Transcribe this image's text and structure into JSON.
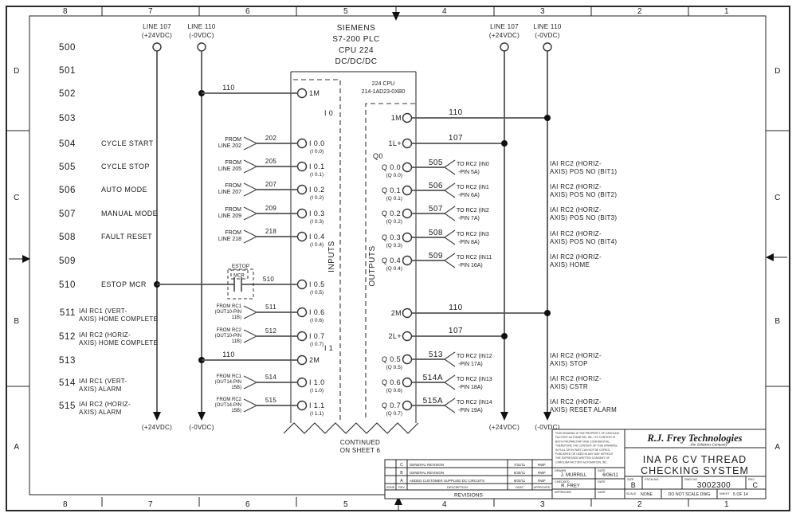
{
  "drawing": {
    "zones_top": [
      "8",
      "7",
      "6",
      "5",
      "4",
      "3",
      "2",
      "1"
    ],
    "zones_side": [
      "D",
      "C",
      "B",
      "A"
    ],
    "line_numbers": [
      "500",
      "501",
      "502",
      "503",
      "504",
      "505",
      "506",
      "507",
      "508",
      "509",
      "510",
      "511",
      "512",
      "513",
      "514",
      "515"
    ]
  },
  "plc": {
    "heading": [
      "SIEMENS",
      "S7-200 PLC",
      "CPU 224",
      "DC/DC/DC"
    ],
    "cpu": [
      "224 CPU",
      "214-1AD23-0XB0"
    ],
    "group_i0": "I 0",
    "group_i1": "I 1",
    "group_q0": "Q0",
    "inputs_label": "INPUTS",
    "outputs_label": "OUTPUTS",
    "continued": [
      "CONTINUED",
      "ON SHEET 6"
    ]
  },
  "rails": {
    "left": [
      {
        "title": "LINE 107",
        "volt": "(+24VDC)",
        "bottom": "(+24VDC)"
      },
      {
        "title": "LINE 110",
        "volt": "(-0VDC)",
        "bottom": "(-0VDC)"
      }
    ],
    "right": [
      {
        "title": "LINE 107",
        "volt": "(+24VDC)",
        "bottom": "(+24VDC)"
      },
      {
        "title": "LINE 110",
        "volt": "(-0VDC)",
        "bottom": "(-0VDC)"
      }
    ]
  },
  "estop": {
    "box_label": "ESTOP",
    "mcr_label": "MCR"
  },
  "input_rows": [
    {
      "line": "502",
      "type": "bus",
      "bus_wire": "110",
      "term": "1M"
    },
    {
      "line": "504",
      "type": "src",
      "desc": "CYCLE START",
      "src": [
        "FROM",
        "LINE 202"
      ],
      "wire": "202",
      "term": "I 0.0",
      "sub": "(I 0.0)"
    },
    {
      "line": "505",
      "type": "src",
      "desc": "CYCLE STOP",
      "src": [
        "FROM",
        "LINE 205"
      ],
      "wire": "205",
      "term": "I 0.1",
      "sub": "(I 0.1)"
    },
    {
      "line": "506",
      "type": "src",
      "desc": "AUTO MODE",
      "src": [
        "FROM",
        "LINE 207"
      ],
      "wire": "207",
      "term": "I 0.2",
      "sub": "(I 0.2)"
    },
    {
      "line": "507",
      "type": "src",
      "desc": "MANUAL MODE",
      "src": [
        "FROM",
        "LINE 209"
      ],
      "wire": "209",
      "term": "I 0.3",
      "sub": "(I 0.3)"
    },
    {
      "line": "508",
      "type": "src",
      "desc": "FAULT RESET",
      "src": [
        "FROM",
        "LINE 218"
      ],
      "wire": "218",
      "term": "I 0.4",
      "sub": "(I 0.4)"
    },
    {
      "line": "510",
      "type": "estop",
      "desc": "ESTOP MCR",
      "wire": "510",
      "term": "I 0.5",
      "sub": "(I 0.5)"
    },
    {
      "line": "511",
      "type": "src",
      "desc_lines": [
        "IAI RC1 (VERT-",
        "AXIS) HOME COMPLETE"
      ],
      "src": [
        "FROM RC1",
        "(OUT10-PIN",
        "11B)"
      ],
      "wire": "511",
      "term": "I 0.6",
      "sub": "(I 0.6)"
    },
    {
      "line": "512",
      "type": "src",
      "desc_lines": [
        "IAI RC2 (HORIZ-",
        "AXIS) HOME COMPLETE"
      ],
      "src": [
        "FROM RC2",
        "(OUT10-PIN",
        "11B)"
      ],
      "wire": "512",
      "term": "I 0.7",
      "sub": "(I 0.7)"
    },
    {
      "line": "513",
      "type": "bus",
      "bus_wire": "110",
      "term": "2M"
    },
    {
      "line": "514",
      "type": "src",
      "desc_lines": [
        "IAI RC1 (VERT-",
        "AXIS) ALARM"
      ],
      "src": [
        "FROM RC1",
        "(OUT14-PIN",
        "15B)"
      ],
      "wire": "514",
      "term": "I 1.0",
      "sub": "(I 1.0)"
    },
    {
      "line": "515",
      "type": "src",
      "desc_lines": [
        "IAI RC2 (HORIZ-",
        "AXIS) ALARM"
      ],
      "src": [
        "FROM RC2",
        "(OUT14-PIN",
        "15B)"
      ],
      "wire": "515",
      "term": "I 1.1",
      "sub": "(I 1.1)"
    }
  ],
  "output_rows": [
    {
      "type": "bus",
      "term": "1M",
      "wire": "110",
      "rail": "110"
    },
    {
      "type": "bus",
      "term": "1L+",
      "wire": "107",
      "rail": "107"
    },
    {
      "type": "q",
      "term": "Q 0.0",
      "sub": "(Q 0.0)",
      "wire": "505",
      "dest": [
        "TO RC2 (IN0",
        "-PIN 5A)"
      ],
      "note": [
        "IAI RC2 (HORIZ-",
        "AXIS) POS NO (BIT1)"
      ]
    },
    {
      "type": "q",
      "term": "Q 0.1",
      "sub": "(Q 0.1)",
      "wire": "506",
      "dest": [
        "TO RC2 (IN1",
        "-PIN 6A)"
      ],
      "note": [
        "IAI RC2 (HORIZ-",
        "AXIS) POS NO (BIT2)"
      ]
    },
    {
      "type": "q",
      "term": "Q 0.2",
      "sub": "(Q 0.2)",
      "wire": "507",
      "dest": [
        "TO RC2 (IN2",
        "-PIN 7A)"
      ],
      "note": [
        "IAI RC2 (HORIZ-",
        "AXIS) POS NO (BIT3)"
      ]
    },
    {
      "type": "q",
      "term": "Q 0.3",
      "sub": "(Q 0.3)",
      "wire": "508",
      "dest": [
        "TO RC2 (IN3",
        "-PIN 8A)"
      ],
      "note": [
        "IAI RC2 (HORIZ-",
        "AXIS) POS NO (BIT4)"
      ]
    },
    {
      "type": "q",
      "term": "Q 0.4",
      "sub": "(Q 0.4)",
      "wire": "509",
      "dest": [
        "TO RC2 (IN11",
        "-PIN 16A)"
      ],
      "note": [
        "IAI RC2 (HORIZ-",
        "AXIS) HOME"
      ]
    },
    {
      "type": "bus",
      "term": "2M",
      "wire": "110",
      "rail": "110"
    },
    {
      "type": "bus",
      "term": "2L+",
      "wire": "107",
      "rail": "107"
    },
    {
      "type": "q",
      "term": "Q 0.5",
      "sub": "(Q 0.5)",
      "wire": "513",
      "dest": [
        "TO RC2 (IN12",
        "-PIN 17A)"
      ],
      "note": [
        "IAI RC2 (HORIZ-",
        "AXIS) STOP"
      ]
    },
    {
      "type": "q",
      "term": "Q 0.6",
      "sub": "(Q 0.6)",
      "wire": "514A",
      "dest": [
        "TO RC2 (IN13",
        "-PIN 18A)"
      ],
      "note": [
        "IAI RC2 (HORIZ-",
        "AXIS) CSTR"
      ]
    },
    {
      "type": "q",
      "term": "Q 0.7",
      "sub": "(Q 0.7)",
      "wire": "515A",
      "dest": [
        "TO RC2 (IN14",
        "-PIN 19A)"
      ],
      "note": [
        "IAI RC2 (HORIZ-",
        "AXIS) RESET ALARM"
      ]
    }
  ],
  "revisions": {
    "title": "REVISIONS",
    "headers": [
      "ZONE",
      "REV",
      "DESCRIPTION",
      "DATE",
      "APPROVED"
    ],
    "rows": [
      {
        "zone": "",
        "rev": "C",
        "desc": "GENERAL REVISION",
        "date": "7/31/11",
        "appr": "RWF"
      },
      {
        "zone": "",
        "rev": "B",
        "desc": "GENERAL REVISION",
        "date": "6/30/11",
        "appr": "RWF"
      },
      {
        "zone": "",
        "rev": "A",
        "desc": "ADDED CUSTOMER SUPPLIED DC CIRCUITS",
        "date": "6/03/11",
        "appr": "RWF"
      }
    ]
  },
  "title_block": {
    "company": "R.J. Frey Technologies",
    "company_sub": "...the Solutions Company",
    "title_lines": [
      "INA P6 CV THREAD",
      "CHECKING SYSTEM"
    ],
    "proprietary_lines": [
      "THIS DRAWING IS THE PROPERTY OF CAROLINA",
      "FACTORY AUTOMATION, INC. ITS CONTENT IS",
      "BOTH PROPRIETARY AND CONFIDENTIAL.",
      "THEREFORE THE CONTENT OF THIS DRAWING,",
      "IN FULL OR IN PART CAN NOT BE COPIED,",
      "PUBLISHED OR USED IN ANY WAY WITHOUT",
      "THE EXPRESSED WRITTEN CONSENT OF",
      "CAROLINA FACTORY AUTOMATION, INC."
    ],
    "drawn_label": "DRAWN",
    "drawn": "J. MURRILL",
    "drawn_date_label": "DATE",
    "drawn_date": "6/06/11",
    "checked_label": "CHECKED",
    "checked": "R. FREY",
    "checked_date_label": "DATE",
    "approved_label": "APPROVED",
    "approved_date_label": "DATE",
    "size_label": "SIZE",
    "size": "B",
    "fscm_label": "FSCM NO.",
    "dwg_label": "DWG NO.",
    "dwg_no": "3002300",
    "rev_label": "REV",
    "rev": "C",
    "scale_label": "SCALE",
    "scale": "NONE",
    "no_scale": "DO NOT SCALE DWG",
    "sheet_label": "SHEET",
    "sheet": "5 OF 14"
  }
}
